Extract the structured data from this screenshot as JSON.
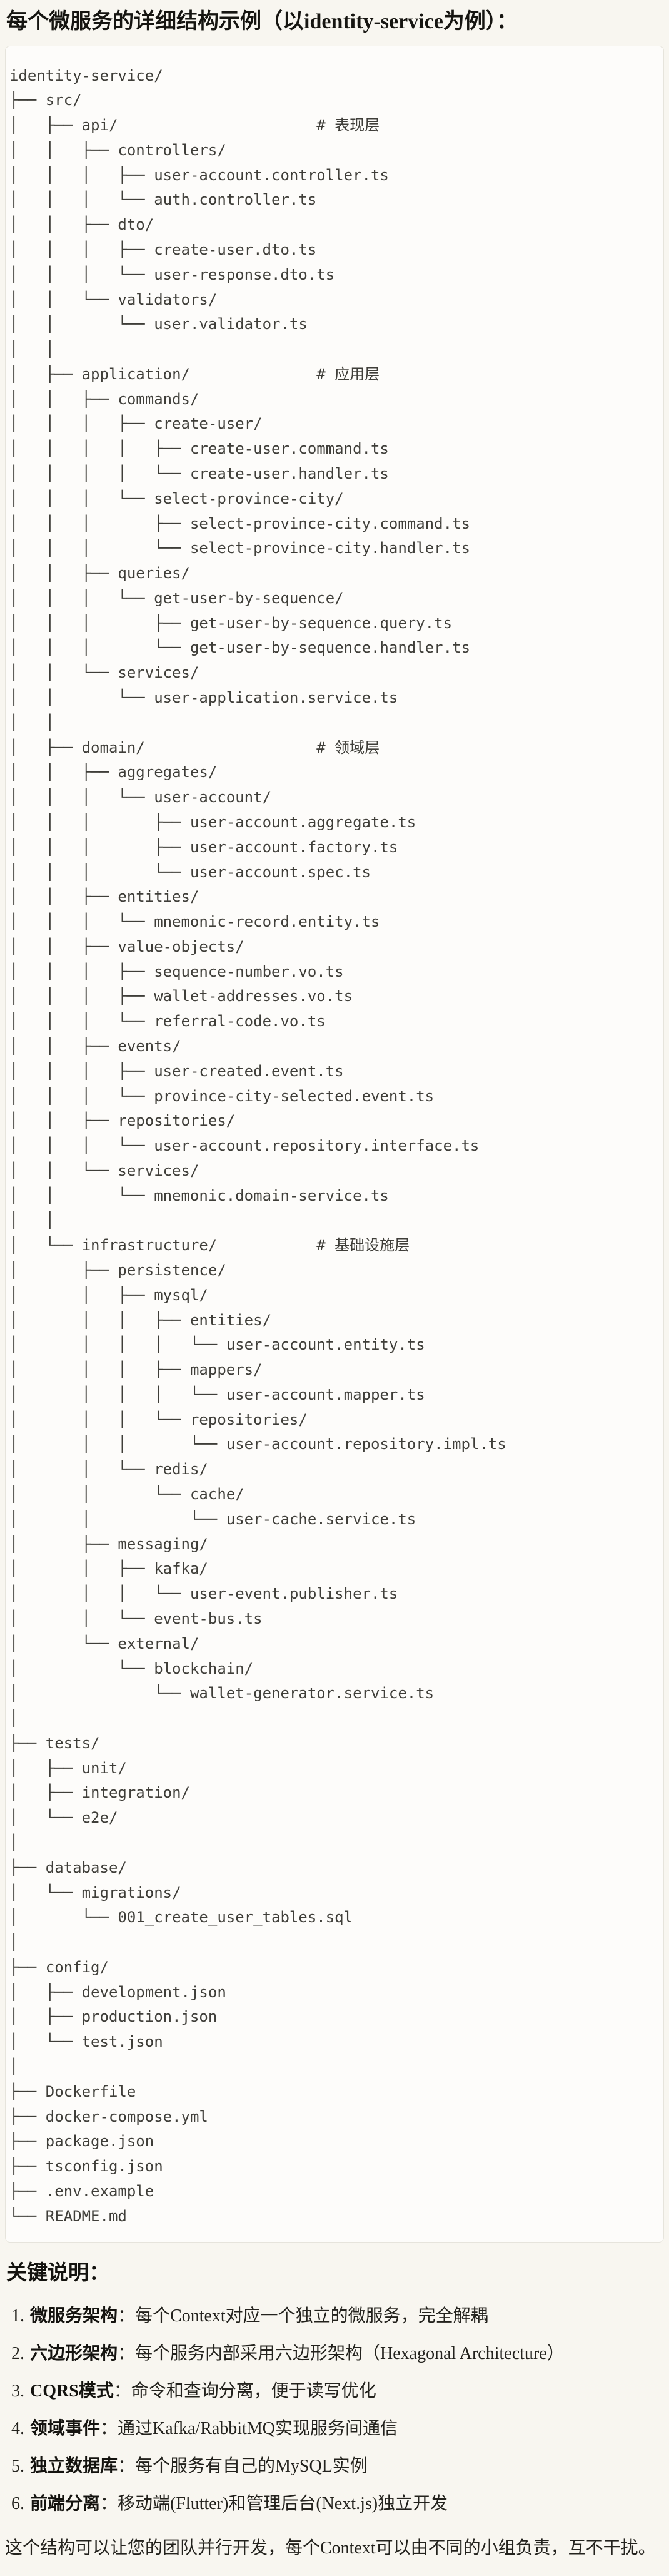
{
  "page": {
    "title": "每个微服务的详细结构示例（以identity-service为例）："
  },
  "tree": {
    "lines": [
      "identity-service/",
      "├── src/",
      "│   ├── api/                      # 表现层",
      "│   │   ├── controllers/",
      "│   │   │   ├── user-account.controller.ts",
      "│   │   │   └── auth.controller.ts",
      "│   │   ├── dto/",
      "│   │   │   ├── create-user.dto.ts",
      "│   │   │   └── user-response.dto.ts",
      "│   │   └── validators/",
      "│   │       └── user.validator.ts",
      "│   │",
      "│   ├── application/              # 应用层",
      "│   │   ├── commands/",
      "│   │   │   ├── create-user/",
      "│   │   │   │   ├── create-user.command.ts",
      "│   │   │   │   └── create-user.handler.ts",
      "│   │   │   └── select-province-city/",
      "│   │   │       ├── select-province-city.command.ts",
      "│   │   │       └── select-province-city.handler.ts",
      "│   │   ├── queries/",
      "│   │   │   └── get-user-by-sequence/",
      "│   │   │       ├── get-user-by-sequence.query.ts",
      "│   │   │       └── get-user-by-sequence.handler.ts",
      "│   │   └── services/",
      "│   │       └── user-application.service.ts",
      "│   │",
      "│   ├── domain/                   # 领域层",
      "│   │   ├── aggregates/",
      "│   │   │   └── user-account/",
      "│   │   │       ├── user-account.aggregate.ts",
      "│   │   │       ├── user-account.factory.ts",
      "│   │   │       └── user-account.spec.ts",
      "│   │   ├── entities/",
      "│   │   │   └── mnemonic-record.entity.ts",
      "│   │   ├── value-objects/",
      "│   │   │   ├── sequence-number.vo.ts",
      "│   │   │   ├── wallet-addresses.vo.ts",
      "│   │   │   └── referral-code.vo.ts",
      "│   │   ├── events/",
      "│   │   │   ├── user-created.event.ts",
      "│   │   │   └── province-city-selected.event.ts",
      "│   │   ├── repositories/",
      "│   │   │   └── user-account.repository.interface.ts",
      "│   │   └── services/",
      "│   │       └── mnemonic.domain-service.ts",
      "│   │",
      "│   └── infrastructure/           # 基础设施层",
      "│       ├── persistence/",
      "│       │   ├── mysql/",
      "│       │   │   ├── entities/",
      "│       │   │   │   └── user-account.entity.ts",
      "│       │   │   ├── mappers/",
      "│       │   │   │   └── user-account.mapper.ts",
      "│       │   │   └── repositories/",
      "│       │   │       └── user-account.repository.impl.ts",
      "│       │   └── redis/",
      "│       │       └── cache/",
      "│       │           └── user-cache.service.ts",
      "│       ├── messaging/",
      "│       │   ├── kafka/",
      "│       │   │   └── user-event.publisher.ts",
      "│       │   └── event-bus.ts",
      "│       └── external/",
      "│           └── blockchain/",
      "│               └── wallet-generator.service.ts",
      "│",
      "├── tests/",
      "│   ├── unit/",
      "│   ├── integration/",
      "│   └── e2e/",
      "│",
      "├── database/",
      "│   └── migrations/",
      "│       └── 001_create_user_tables.sql",
      "│",
      "├── config/",
      "│   ├── development.json",
      "│   ├── production.json",
      "│   └── test.json",
      "│",
      "├── Dockerfile",
      "├── docker-compose.yml",
      "├── package.json",
      "├── tsconfig.json",
      "├── .env.example",
      "└── README.md"
    ]
  },
  "notes": {
    "heading": "关键说明：",
    "items": [
      {
        "num": "1.",
        "label": "微服务架构",
        "text": "：每个Context对应一个独立的微服务，完全解耦"
      },
      {
        "num": "2.",
        "label": "六边形架构",
        "text": "：每个服务内部采用六边形架构（Hexagonal Architecture）"
      },
      {
        "num": "3.",
        "label": "CQRS模式",
        "text": "：命令和查询分离，便于读写优化"
      },
      {
        "num": "4.",
        "label": "领域事件",
        "text": "：通过Kafka/RabbitMQ实现服务间通信"
      },
      {
        "num": "5.",
        "label": "独立数据库",
        "text": "：每个服务有自己的MySQL实例"
      },
      {
        "num": "6.",
        "label": "前端分离",
        "text": "：移动端(Flutter)和管理后台(Next.js)独立开发"
      }
    ],
    "footer": "这个结构可以让您的团队并行开发，每个Context可以由不同的小组负责，互不干扰。"
  }
}
